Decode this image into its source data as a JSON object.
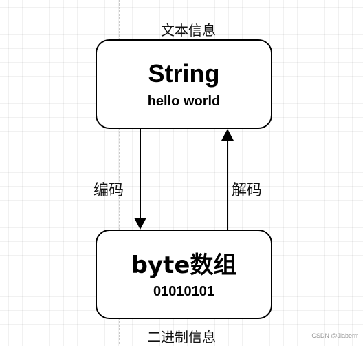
{
  "diagram": {
    "top_label": "文本信息",
    "bottom_label": "二进制信息",
    "top_box": {
      "title": "String",
      "subtitle": "hello world"
    },
    "bottom_box": {
      "title": "byte数组",
      "subtitle": "01010101"
    },
    "encode_label": "编码",
    "decode_label": "解码",
    "colors": {
      "stroke": "#000000",
      "background": "#ffffff",
      "grid": "#e6e6e6"
    }
  },
  "watermark": "CSDN @Jiaberrr"
}
